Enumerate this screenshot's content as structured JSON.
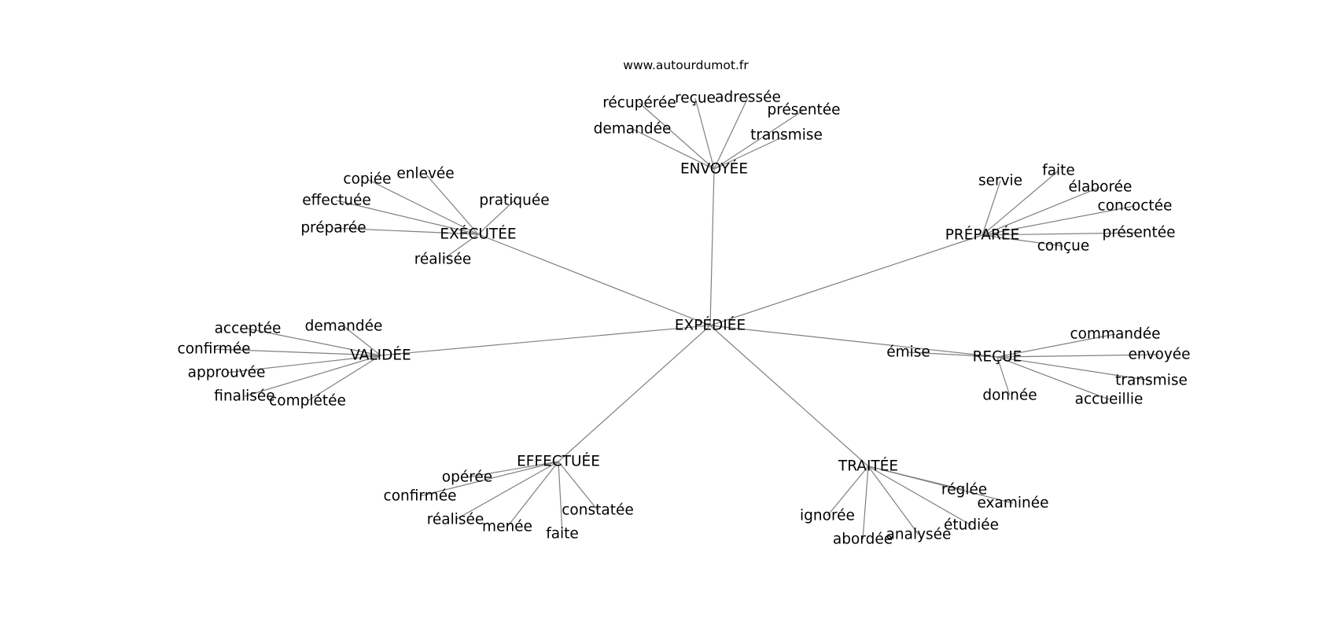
{
  "source_label": "www.autourdumot.fr",
  "center_word": "EXPÉDIÉE",
  "clusters": [
    {
      "word": "ENVOYÉE",
      "leaves": [
        "récupérée",
        "reçue",
        "adressée",
        "présentée",
        "demandée",
        "transmise"
      ]
    },
    {
      "word": "EXÉCUTÉE",
      "leaves": [
        "copiée",
        "enlevée",
        "effectuée",
        "pratiquée",
        "préparée",
        "réalisée"
      ]
    },
    {
      "word": "PRÉPARÉE",
      "leaves": [
        "servie",
        "faite",
        "élaborée",
        "concoctée",
        "présentée",
        "conçue"
      ]
    },
    {
      "word": "VALIDÉE",
      "leaves": [
        "acceptée",
        "demandée",
        "confirmée",
        "approuvée",
        "finalisée",
        "complétée"
      ]
    },
    {
      "word": "REÇUE",
      "leaves": [
        "émise",
        "commandée",
        "envoyée",
        "transmise",
        "donnée",
        "accueillie"
      ]
    },
    {
      "word": "EFFECTUÉE",
      "leaves": [
        "opérée",
        "confirmée",
        "réalisée",
        "menée",
        "faite",
        "constatée"
      ]
    },
    {
      "word": "TRAITÉE",
      "leaves": [
        "réglée",
        "examinée",
        "ignorée",
        "étudiée",
        "abordée",
        "analysée"
      ]
    }
  ]
}
